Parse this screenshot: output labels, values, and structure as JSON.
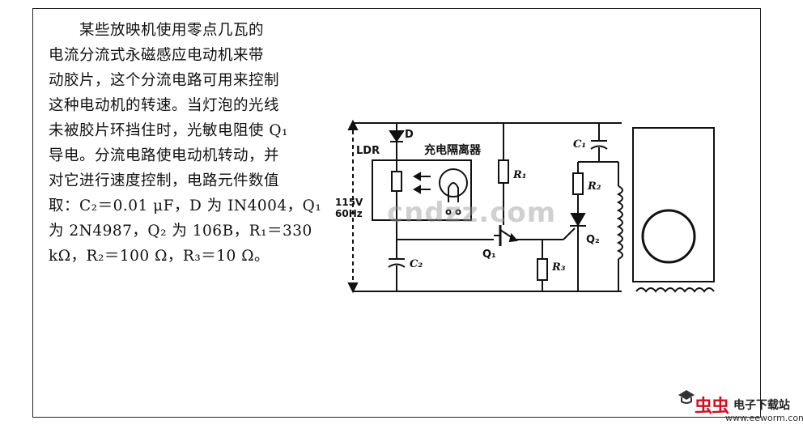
{
  "paragraph": {
    "lines": [
      "某些放映机使用零点几瓦的",
      "电流分流式永磁感应电动机来带",
      "动胶片，这个分流电路可用来控制",
      "这种电动机的转速。当灯泡的光线",
      "未被胶片环挡住时，光敏电阻使 Q₁",
      "导电。分流电路使电动机转动，并",
      "对它进行速度控制，电路元件数值",
      "取：C₂＝0.01 μF，D 为 IN4004，Q₁",
      "为 2N4987，Q₂ 为 106B，R₁＝330",
      "kΩ，R₂＝100 Ω，R₃＝10 Ω。"
    ]
  },
  "circuit": {
    "labels": {
      "ldr": "LDR",
      "diode": "D",
      "isolator": "充电隔离器",
      "r1": "R₁",
      "r2": "R₂",
      "r3": "R₃",
      "c1": "C₁",
      "c2": "C₂",
      "q1": "Q₁",
      "q2": "Q₂",
      "voltage": "115V",
      "frequency": "60Hz"
    }
  },
  "watermark": "cndzz.com",
  "logo": {
    "brand": "电子下载站",
    "brand_red": "虫虫",
    "url": "www.eeworm.com"
  }
}
